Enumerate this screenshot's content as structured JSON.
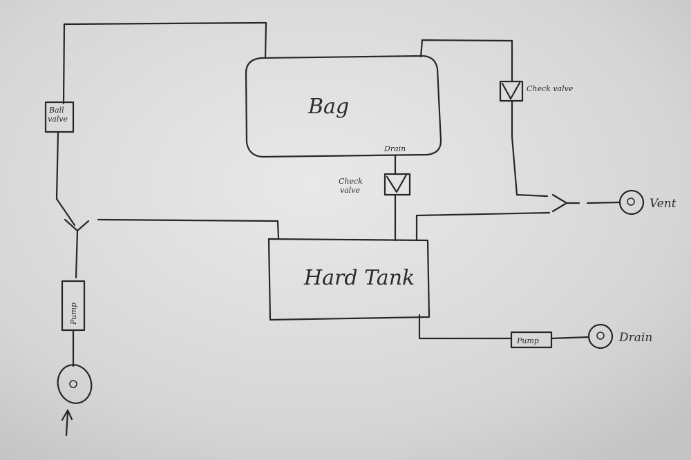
{
  "labels": {
    "bag": "Bag",
    "hard_tank": "Hard Tank",
    "drain_port": "Drain",
    "ball_valve": "Ball valve",
    "check_valve_top": "Check valve",
    "check_valve_mid": "Check valve",
    "pump_left": "Pump",
    "pump_bottom": "Pump",
    "vent": "Vent",
    "drain_outlet": "Drain"
  },
  "colors": {
    "paper": "#dcdcdc",
    "ink": "#262626"
  },
  "icons": {
    "inlet_arrow": "arrow-up-icon",
    "port": "port-circle-icon",
    "check_valve": "check-valve-icon",
    "y_junction": "y-junction-icon"
  }
}
